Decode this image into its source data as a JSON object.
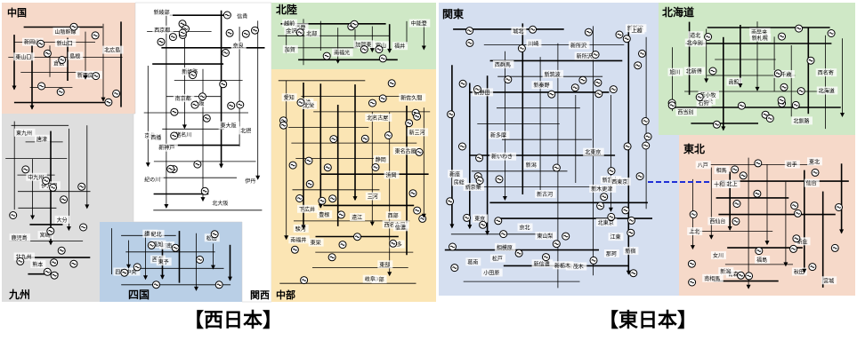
{
  "regions": [
    {
      "id": "chugoku",
      "label": "中国",
      "color": "#f6d9c9"
    },
    {
      "id": "kyushu",
      "label": "九州",
      "color": "#dedede"
    },
    {
      "id": "shikoku",
      "label": "四国",
      "color": "#b9cfe6"
    },
    {
      "id": "kansai",
      "label": "関西",
      "color": "#ffffff"
    },
    {
      "id": "hokuriku",
      "label": "北陸",
      "color": "#cfe8c6"
    },
    {
      "id": "chubu",
      "label": "中部",
      "color": "#fbe5b4"
    },
    {
      "id": "kanto",
      "label": "関東",
      "color": "#d5dff0"
    },
    {
      "id": "hokkaido",
      "label": "北海道",
      "color": "#cfe8c6"
    },
    {
      "id": "tohoku",
      "label": "東北",
      "color": "#f6d9c9"
    }
  ],
  "station_labels": {
    "chugoku": [
      "新山口",
      "島根",
      "岡山",
      "新岡山",
      "山陰幹線",
      "東山口",
      "新西広島",
      "北広島",
      "倉敷"
    ],
    "kyushu": [
      "唐津",
      "伊万里",
      "鹿児島",
      "宮崎",
      "熊本",
      "大分",
      "中九州",
      "北九州",
      "東九州"
    ],
    "shikoku": [
      "阿南",
      "西条",
      "讃岐",
      "四国中央",
      "東予",
      "松山",
      "高知",
      "紀北"
    ],
    "kansai": [
      "新綾部",
      "大阪",
      "京北",
      "西京都",
      "南京都",
      "北大阪",
      "奈良",
      "紀の川",
      "伊丹",
      "東大阪",
      "信貴",
      "猪名川",
      "西播",
      "新姫路",
      "北摂",
      "新神戸"
    ],
    "hokuriku": [
      "富山",
      "南福光",
      "能登",
      "加賀",
      "福井",
      "越前",
      "北部",
      "中能登",
      "金沢",
      "加賀東"
    ],
    "chubu": [
      "下広井",
      "北名古屋",
      "西名古屋",
      "東名古屋",
      "三河",
      "東部",
      "静岡",
      "信濃",
      "中部",
      "愛知",
      "岐阜",
      "新三河",
      "南福井",
      "豊根",
      "新佐久間",
      "東栄",
      "名港",
      "知多",
      "浜岡",
      "遠江",
      "駿河",
      "北栄",
      "西部"
    ],
    "kanto": [
      "新新潟",
      "新潟",
      "西群馬",
      "新古河",
      "新筑波",
      "新茂木",
      "新京葉",
      "新富士",
      "房総",
      "新野田",
      "新所沢",
      "北東京",
      "新宿",
      "川崎",
      "葛南",
      "江東",
      "京北",
      "新秦野",
      "新多摩",
      "西東京",
      "東京",
      "城北",
      "相模原",
      "東山梨",
      "新栃木",
      "那珂",
      "北東京",
      "新いわき",
      "上越",
      "新信濃",
      "新所沢",
      "新座",
      "新木更津",
      "小田原",
      "松戸"
    ],
    "hokkaido": [
      "南早来",
      "北今別",
      "西当別",
      "道北",
      "道央",
      "南千歳",
      "新札幌",
      "石狩",
      "北海道",
      "旭川",
      "函館",
      "苫小牧",
      "西名寄",
      "北新得",
      "北釧路"
    ],
    "tohoku": [
      "十和田",
      "青森",
      "宮城",
      "秋田",
      "岩手",
      "福島",
      "相馬",
      "新庄",
      "南相馬",
      "東北",
      "仙台",
      "女川",
      "八戸",
      "新潟",
      "上北",
      "西仙台",
      "北上"
    ]
  },
  "corner_labels": {
    "kansai_small": "関西",
    "chubu_small": "中部"
  },
  "captions": {
    "west": "【西日本】",
    "east": "【東日本】"
  }
}
